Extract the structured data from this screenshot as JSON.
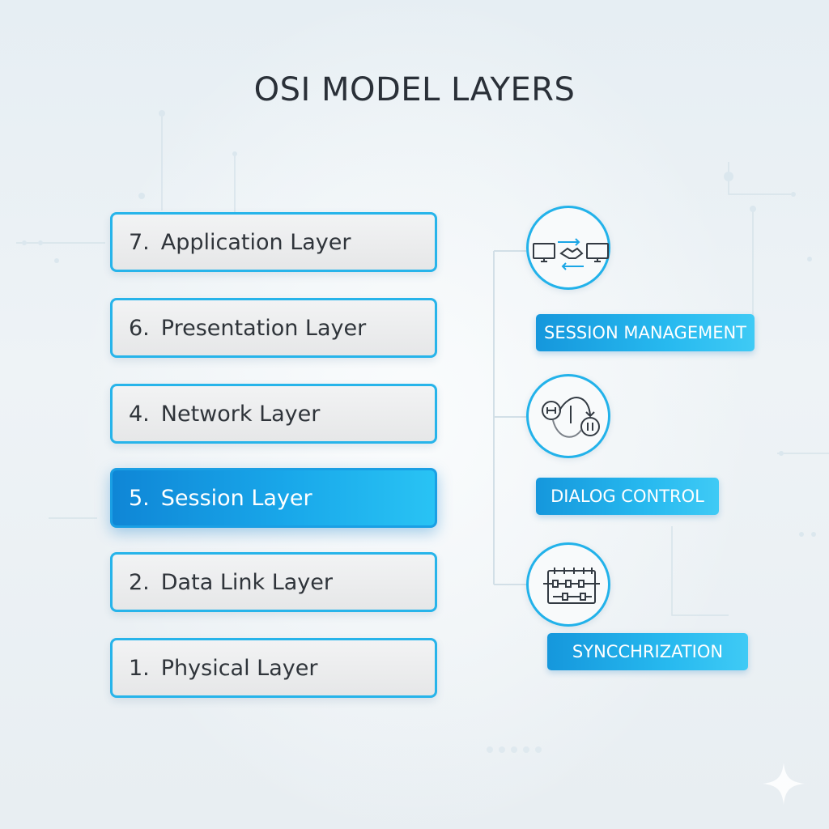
{
  "title": "OSI MODEL LAYERS",
  "layers": [
    {
      "num": "7.",
      "label": "Application Layer",
      "active": false
    },
    {
      "num": "6.",
      "label": "Presentation Layer",
      "active": false
    },
    {
      "num": "4.",
      "label": "Network Layer",
      "active": false
    },
    {
      "num": "5.",
      "label": "Session Layer",
      "active": true
    },
    {
      "num": "2.",
      "label": "Data Link Layer",
      "active": false
    },
    {
      "num": "1.",
      "label": "Physical Layer",
      "active": false
    }
  ],
  "functions": [
    {
      "icon": "handshake-computers-icon",
      "label": "SESSION MANAGEMENT"
    },
    {
      "icon": "dialog-control-icon",
      "label": "DIALOG CONTROL"
    },
    {
      "icon": "synchronization-timeline-icon",
      "label": "SYNCCHRIZATION"
    }
  ],
  "colors": {
    "accent": "#27b4ea",
    "active_layer": "#19a8ea",
    "title": "#2a3038",
    "layer_text": "#2f343a"
  }
}
